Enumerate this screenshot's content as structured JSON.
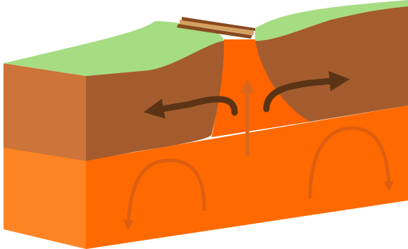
{
  "diagram": {
    "colors": {
      "surface_green": "#a6dc82",
      "crust_front": "#cc743a",
      "crust_side": "#a45c2e",
      "mantle_front": "#ff8424",
      "mantle_side": "#ff6a00",
      "magma": "#ff6400",
      "ridge_stripe_light": "#d6a060",
      "ridge_stripe_dark": "#8a4a20",
      "plate_motion_arrow": "#5b3415",
      "convection_arrow": "#dd5e10",
      "rising_magma_arrow": "#d8671d"
    },
    "icons": {
      "plate_motion": "curved-arrow",
      "convection": "loop-arrow",
      "rising_magma": "up-arrow"
    }
  }
}
